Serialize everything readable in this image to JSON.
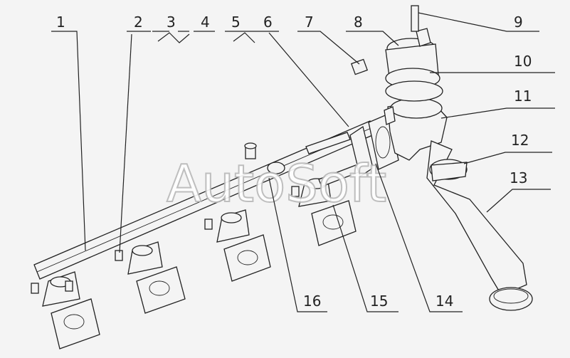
{
  "diagram": {
    "callouts": [
      "1",
      "2",
      "3",
      "4",
      "5",
      "6",
      "7",
      "8",
      "9",
      "10",
      "11",
      "12",
      "13",
      "14",
      "15",
      "16"
    ],
    "watermark": "AutoSoft"
  }
}
